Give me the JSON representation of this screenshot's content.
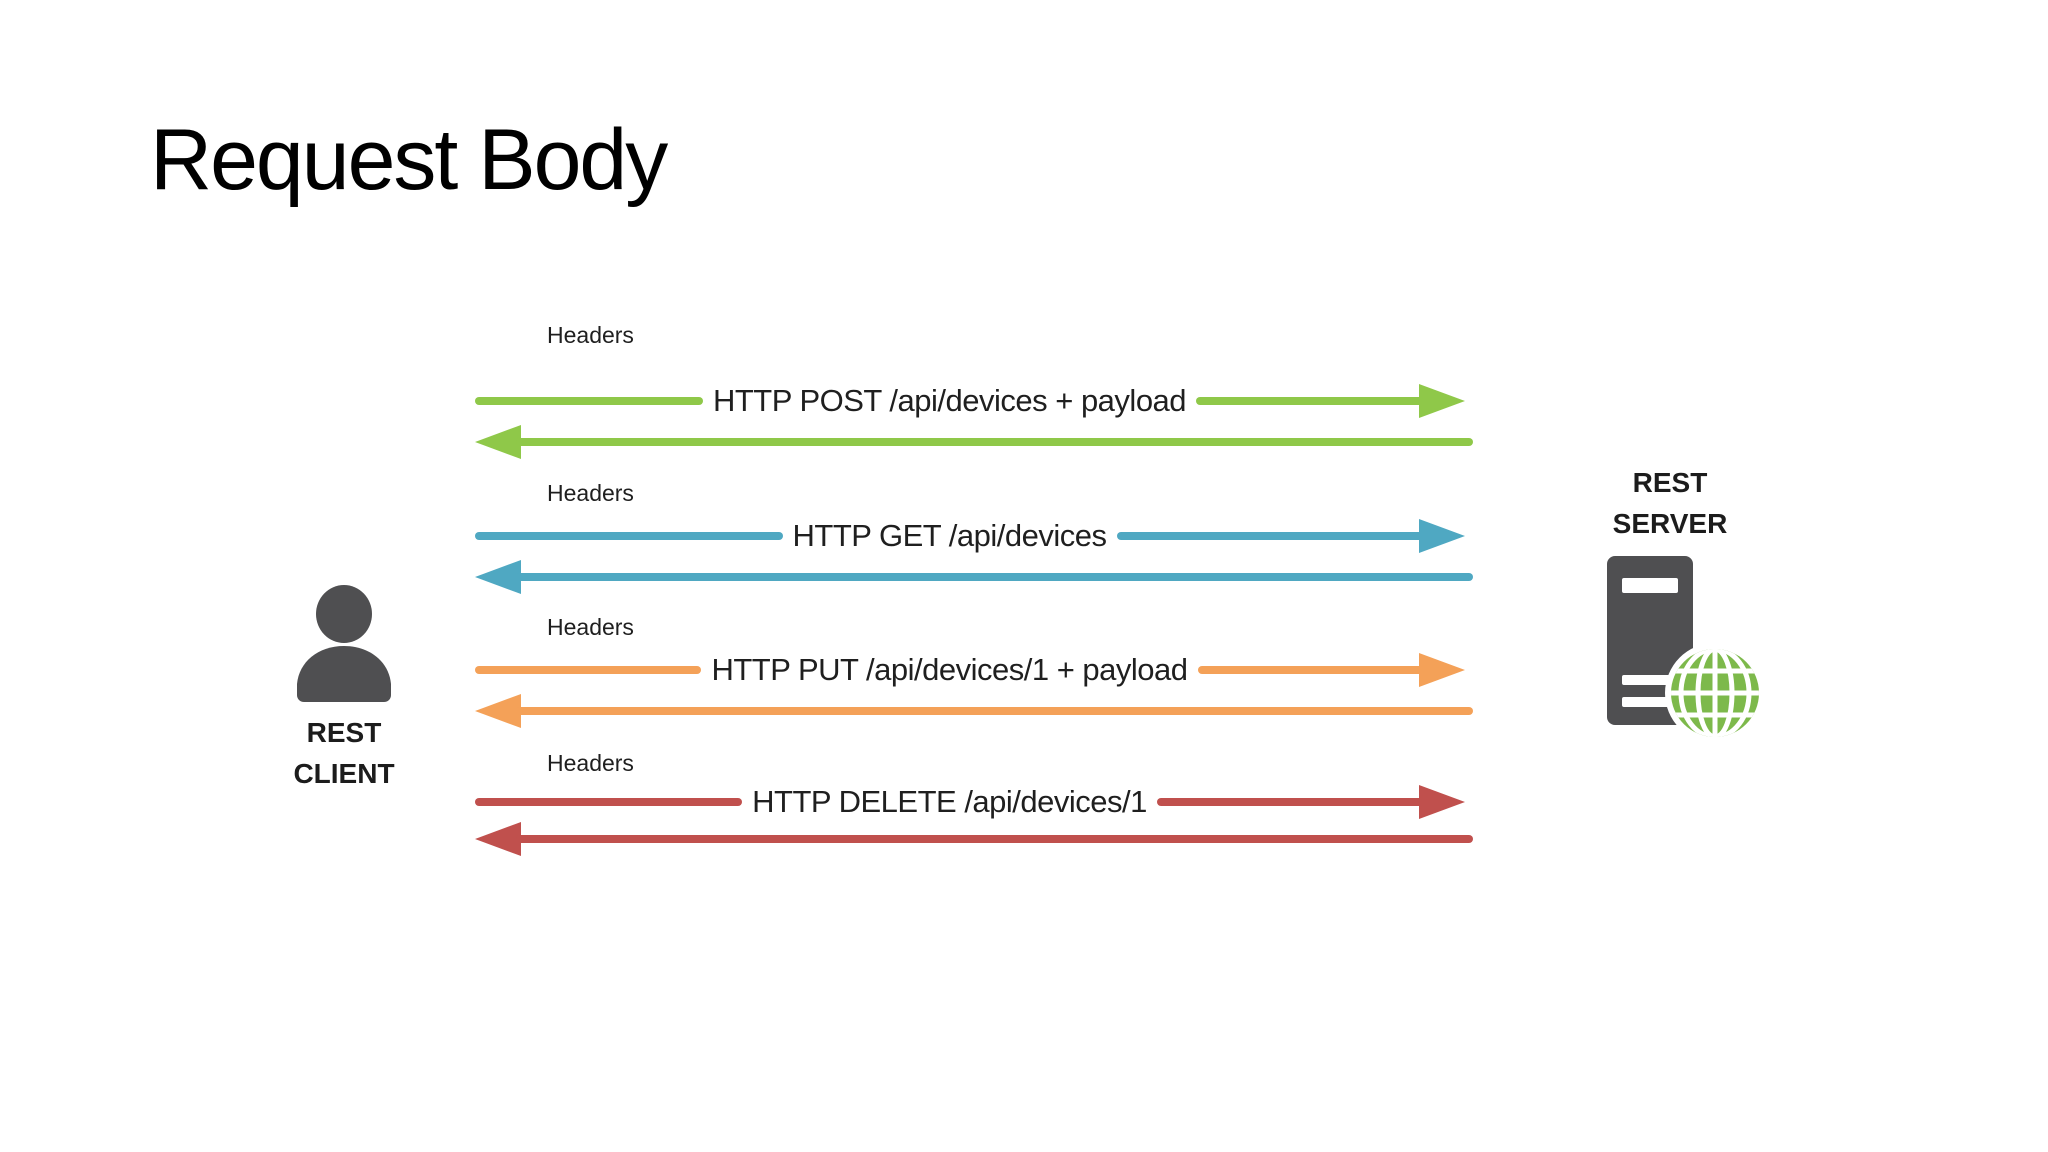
{
  "title": "Request Body",
  "client": {
    "label": "REST\nCLIENT",
    "icon": "person-icon",
    "icon_color": "#4f4f51"
  },
  "server": {
    "label": "REST\nSERVER",
    "icon": "server-icon",
    "icon_color": "#4f4f51",
    "globe_icon": "globe-icon",
    "globe_color": "#7db94b"
  },
  "exchanges": [
    {
      "headers_label": "Headers",
      "request": "HTTP POST /api/devices + payload",
      "color": "#8fc849"
    },
    {
      "headers_label": "Headers",
      "request": "HTTP GET /api/devices",
      "color": "#4fa8c2"
    },
    {
      "headers_label": "Headers",
      "request": "HTTP PUT /api/devices/1 + payload",
      "color": "#f4a158"
    },
    {
      "headers_label": "Headers",
      "request": "HTTP DELETE /api/devices/1",
      "color": "#c0504d"
    }
  ],
  "colors": {
    "background": "#ffffff",
    "text": "#1f1f1f",
    "title_text": "#000000"
  }
}
